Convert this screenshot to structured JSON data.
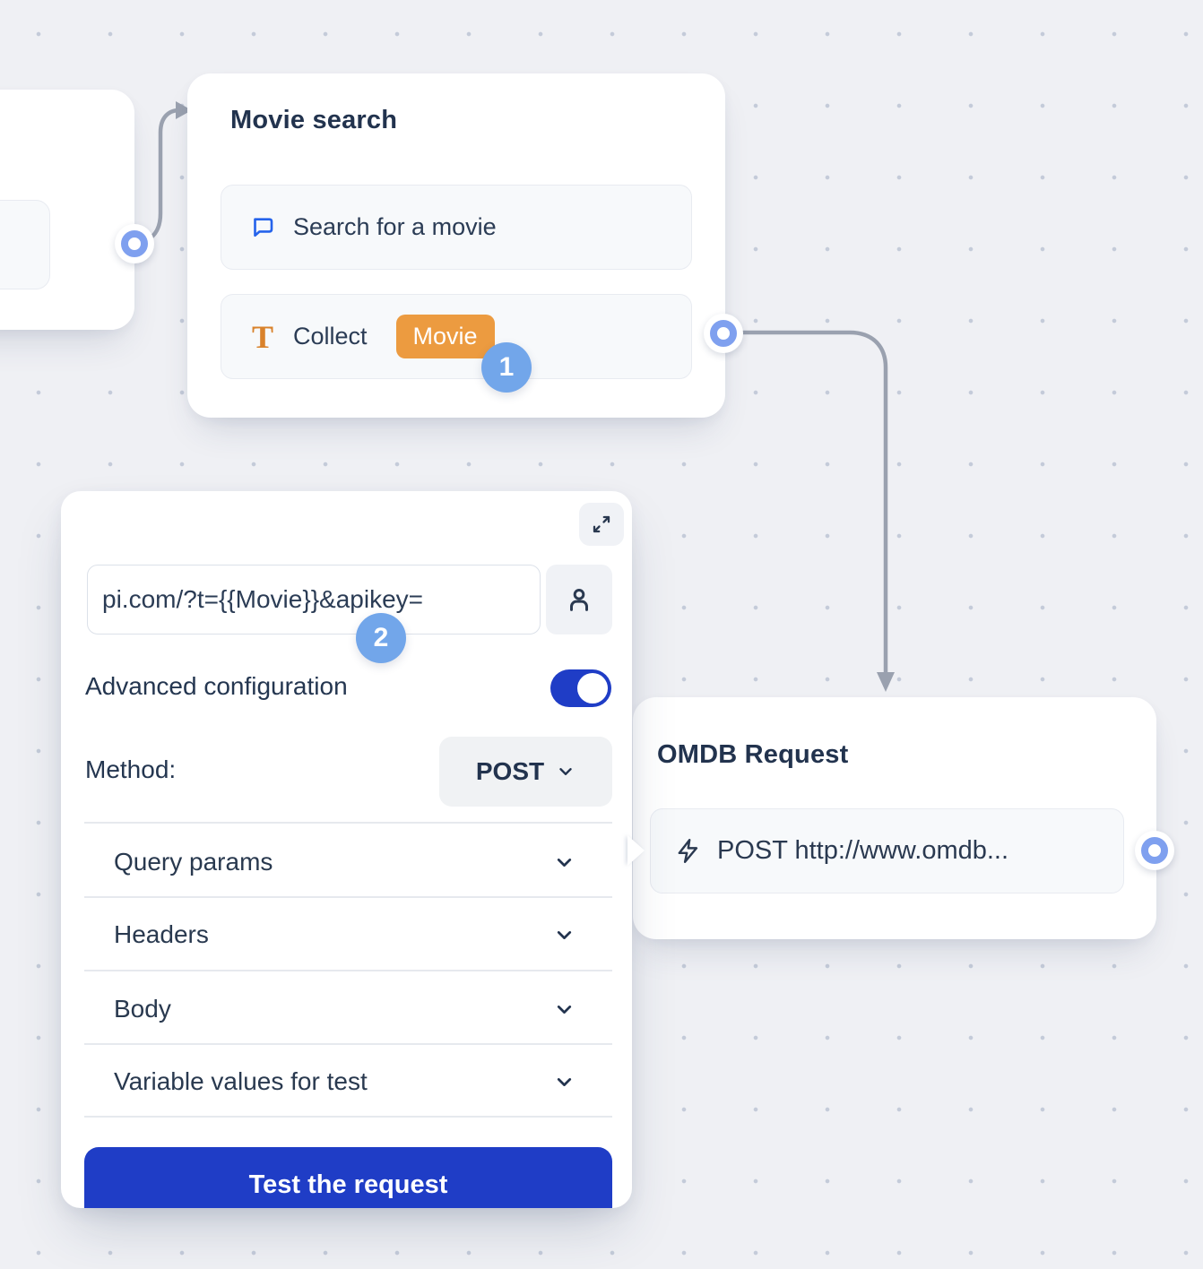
{
  "flow": {
    "movie_node": {
      "title": "Movie search",
      "items": [
        {
          "icon": "chat-bubble-icon",
          "label": "Search for a movie"
        },
        {
          "icon": "text-collect-icon",
          "label": "Collect",
          "variable_tag": "Movie"
        }
      ],
      "step_badge": "1"
    },
    "omdb_node": {
      "title": "OMDB Request",
      "item": {
        "icon": "lightning-icon",
        "label": "POST http://www.omdb..."
      }
    }
  },
  "request_panel": {
    "url_input_value": "pi.com/?t={{Movie}}&apikey=",
    "step_badge": "2",
    "advanced_configuration_label": "Advanced configuration",
    "advanced_configuration_enabled": true,
    "method_label": "Method:",
    "method_value": "POST",
    "sections": [
      {
        "label": "Query params"
      },
      {
        "label": "Headers"
      },
      {
        "label": "Body"
      },
      {
        "label": "Variable values for test"
      }
    ],
    "test_button_label": "Test the request"
  },
  "colors": {
    "canvas_bg": "#eff0f4",
    "accent_blue": "#1f3dc6",
    "step_badge_blue": "#72a6ea",
    "port_ring_blue": "#7fa0ef",
    "variable_orange": "#ec9b40",
    "connector_gray": "#9aa1af",
    "text_navy": "#253754"
  }
}
